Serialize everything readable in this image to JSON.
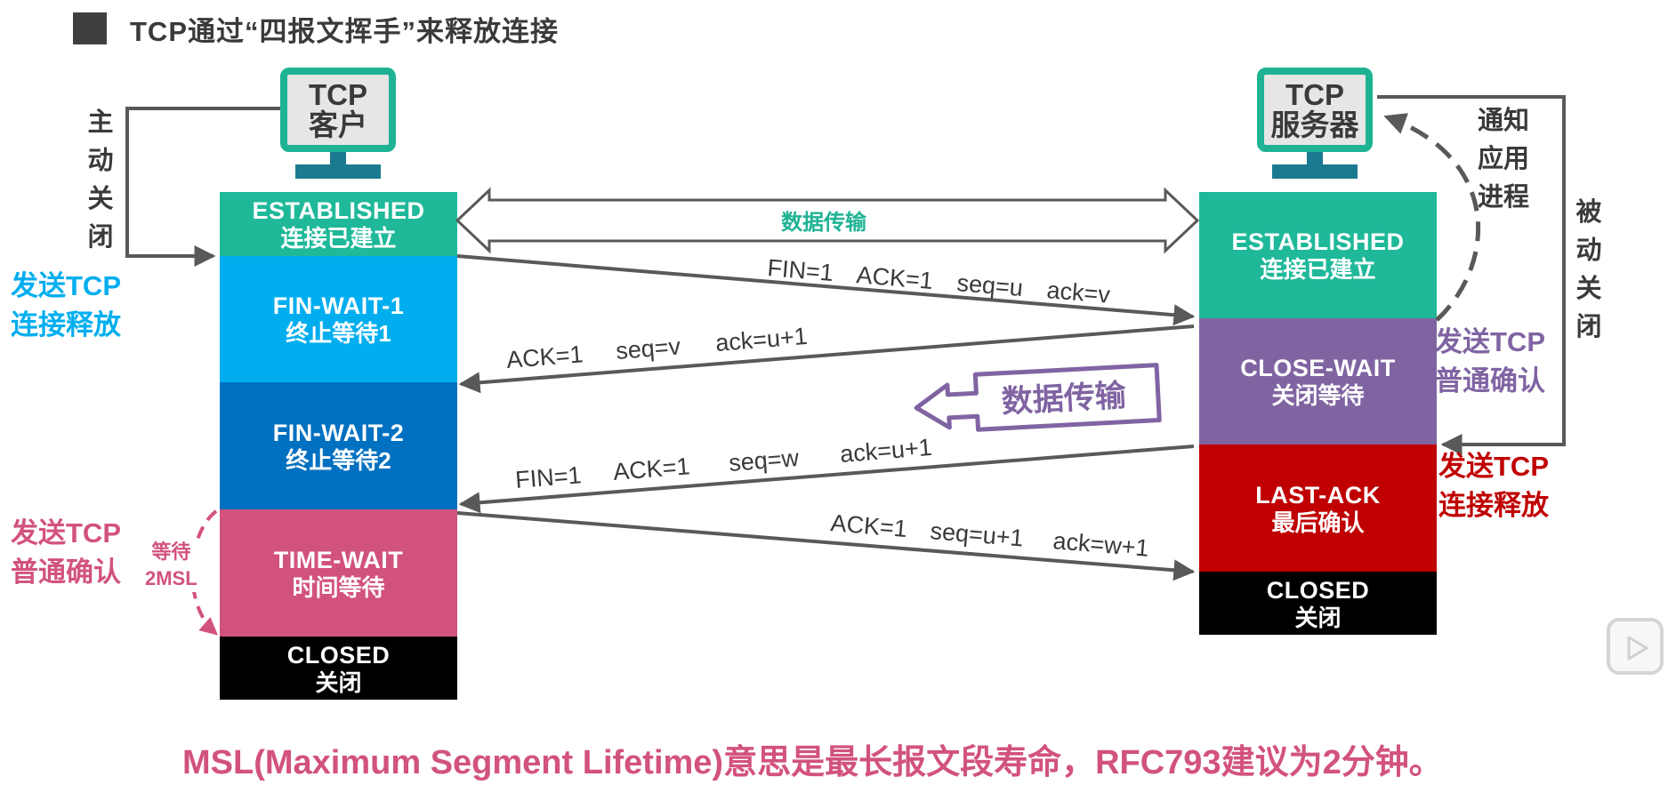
{
  "title": "TCP通过“四报文挥手”来释放连接",
  "client": {
    "line1": "TCP",
    "line2": "客户"
  },
  "server": {
    "line1": "TCP",
    "line2": "服务器"
  },
  "client_states": [
    {
      "en": "ESTABLISHED",
      "zh": "连接已建立",
      "color": "#1fb99a"
    },
    {
      "en": "FIN-WAIT-1",
      "zh": "终止等待1",
      "color": "#00aeef"
    },
    {
      "en": "FIN-WAIT-2",
      "zh": "终止等待2",
      "color": "#0070c0"
    },
    {
      "en": "TIME-WAIT",
      "zh": "时间等待",
      "color": "#d2527f"
    },
    {
      "en": "CLOSED",
      "zh": "关闭",
      "color": "#000000"
    }
  ],
  "server_states": [
    {
      "en": "ESTABLISHED",
      "zh": "连接已建立",
      "color": "#1fb99a"
    },
    {
      "en": "CLOSE-WAIT",
      "zh": "关闭等待",
      "color": "#8064a2"
    },
    {
      "en": "LAST-ACK",
      "zh": "最后确认",
      "color": "#c00000"
    },
    {
      "en": "CLOSED",
      "zh": "关闭",
      "color": "#000000"
    }
  ],
  "labels": {
    "active_close": "主动关闭",
    "passive_close": "被动关闭",
    "notify_app": "通知应用进程",
    "client_send_fin": [
      "发送TCP",
      "连接释放"
    ],
    "client_send_ack": [
      "发送TCP",
      "普通确认"
    ],
    "server_send_ack": [
      "发送TCP",
      "普通确认"
    ],
    "server_send_fin": [
      "发送TCP",
      "连接释放"
    ],
    "wait_2msl": [
      "等待",
      "2MSL"
    ]
  },
  "messages": {
    "data_transfer_top": "数据传输",
    "data_transfer_mid": "数据传输",
    "fin1": [
      "FIN=1",
      "ACK=1",
      "seq=u",
      "ack=v"
    ],
    "ack1": [
      "ACK=1",
      "seq=v",
      "ack=u+1"
    ],
    "fin2": [
      "FIN=1",
      "ACK=1",
      "seq=w",
      "ack=u+1"
    ],
    "ack2": [
      "ACK=1",
      "seq=u+1",
      "ack=w+1"
    ]
  },
  "footer": "MSL(Maximum Segment Lifetime)意思是最长报文段寿命，RFC793建议为2分钟。",
  "colors": {
    "teal": "#1fb394",
    "cyan_text": "#00aeef",
    "purple_text": "#8064a2",
    "red_text": "#c00000",
    "pink_text": "#d2527f",
    "arrow": "#595959"
  }
}
